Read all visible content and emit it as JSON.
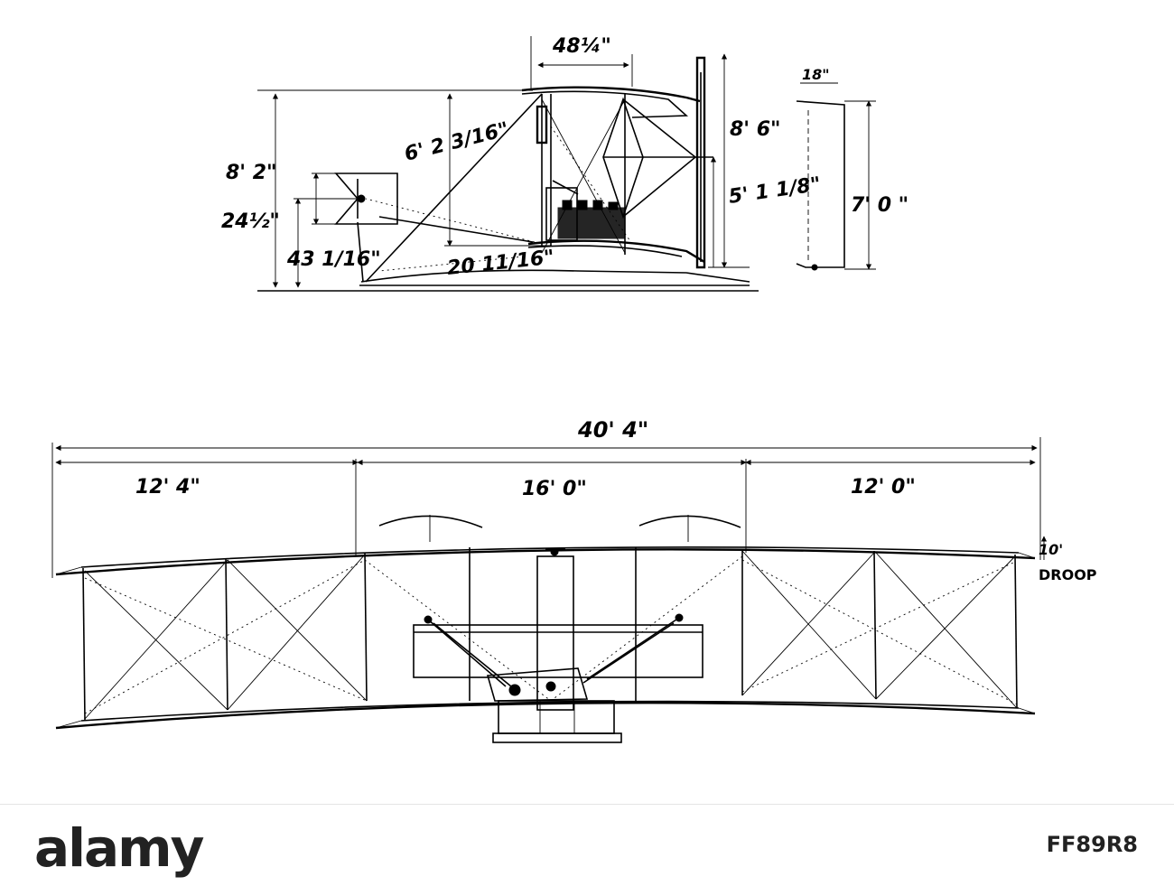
{
  "side_view": {
    "label_48": "48¼\"",
    "label_18": "18\"",
    "label_8_2": "8' 2\"",
    "label_6_2": "6' 2 3/16\"",
    "label_8_6": "8' 6\"",
    "label_5_1": "5' 1 1/8\"",
    "label_7_0": "7' 0 \"",
    "label_24": "24½\"",
    "label_43": "43 1/16\"",
    "label_20": "20 11/16\""
  },
  "front_view": {
    "label_total": "40' 4\"",
    "label_left": "12' 4\"",
    "label_center": "16' 0\"",
    "label_right": "12' 0\"",
    "label_droop_val": "10'",
    "label_droop": "DROOP"
  },
  "watermark": {
    "logo": "alamy",
    "image_id": "FF89R8"
  }
}
